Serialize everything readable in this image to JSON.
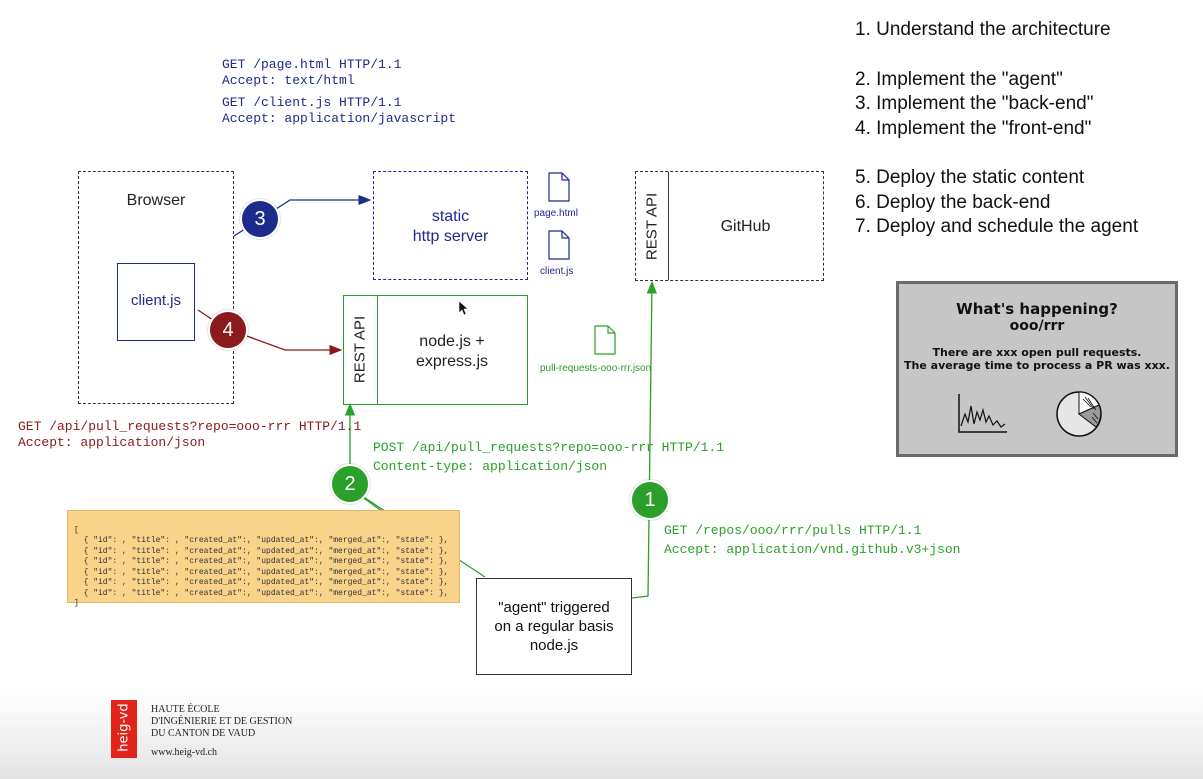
{
  "requests": {
    "page_get": "GET /page.html HTTP/1.1",
    "page_accept": "Accept: text/html",
    "client_get": "GET /client.js HTTP/1.1",
    "client_accept": "Accept: application/javascript",
    "api_get": "GET /api/pull_requests?repo=ooo-rrr HTTP/1.1",
    "api_accept": "Accept: application/json",
    "post": "POST /api/pull_requests?repo=ooo-rrr HTTP/1.1",
    "post_content_type": "Content-type: application/json",
    "github_get": "GET /repos/ooo/rrr/pulls HTTP/1.1",
    "github_accept": "Accept: application/vnd.github.v3+json"
  },
  "boxes": {
    "browser": "Browser",
    "client_js": "client.js",
    "static_line1": "static",
    "static_line2": "http server",
    "github": "GitHub",
    "rest_api": "REST API",
    "node_line1": "node.js +",
    "node_line2": "express.js",
    "agent_line1": "\"agent\" triggered",
    "agent_line2": "on a regular basis",
    "agent_line3": "node.js"
  },
  "files": {
    "page_html": "page.html",
    "client_js": "client.js",
    "json_file": "pull-requests-ooo-rrr.json"
  },
  "markers": {
    "m1": "1",
    "m2": "2",
    "m3": "3",
    "m4": "4"
  },
  "colors": {
    "blue": "#1d2b8c",
    "red": "#8b1a1a",
    "green": "#2aa02a"
  },
  "steps": [
    "1. Understand the architecture",
    "2. Implement the \"agent\"",
    "3. Implement the \"back-end\"",
    "4. Implement the \"front-end\"",
    "5. Deploy the static content",
    "6. Deploy the back-end",
    "7. Deploy and schedule the agent"
  ],
  "json_sample": {
    "open": "[",
    "row": "  { \"id\": , \"title\": , \"created_at\":, \"updated_at\":, \"merged_at\":, \"state\": },",
    "close": "]"
  },
  "dashboard": {
    "title": "What's happening?",
    "repo": "ooo/rrr",
    "line1": "There are xxx open pull requests.",
    "line2": "The average time to process a PR was xxx."
  },
  "footer": {
    "logo": "heig-vd",
    "line1": "HAUTE ÉCOLE",
    "line2": "D'INGÉNIERIE ET DE GESTION",
    "line3": "DU CANTON DE VAUD",
    "url": "www.heig-vd.ch"
  }
}
